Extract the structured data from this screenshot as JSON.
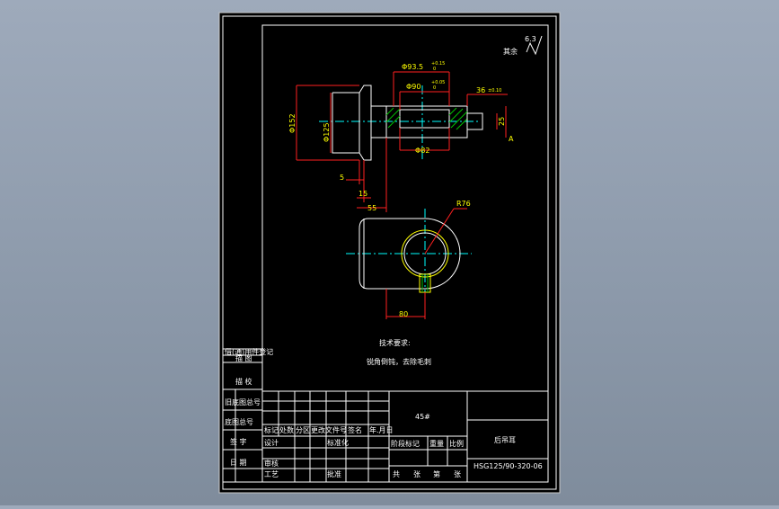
{
  "drawing": {
    "roughness_note": "其余",
    "roughness_value": "6.3",
    "dimensions": {
      "d_93_5": "Φ93.5",
      "d_93_5_tol_upper": "+0.15",
      "d_93_5_tol_lower": "0",
      "d_90": "Φ90",
      "d_90_tol_upper": "+0.05",
      "d_90_tol_lower": "0",
      "d_152": "Φ152",
      "d_125": "Φ125",
      "d_82": "Φ82",
      "len_36": "36",
      "len_36_tol": "±0.10",
      "len_5": "5",
      "len_15": "15",
      "len_55": "55",
      "len_25": "25",
      "radius_76": "R76",
      "len_80": "80",
      "datum_a": "A"
    },
    "tech_req_title": "技术要求:",
    "tech_req_text": "锐角倒钝，去除毛刺"
  },
  "title_block": {
    "material": "45#",
    "part_name": "后吊耳",
    "drawing_no": "HSG125/90-320-06",
    "left_column": [
      "借(通)用件登记",
      "描 图",
      "描 校",
      "旧底图总号",
      "底图总号",
      "签 字",
      "日 期"
    ],
    "rev_headers": [
      "标记",
      "处数",
      "分区",
      "更改文件号",
      "签名",
      "年.月日"
    ],
    "design_label": "设计",
    "standard_label": "标准化",
    "review_label": "审核",
    "process_label": "工艺",
    "approve_label": "批准",
    "stage_label": "阶段标记",
    "weight_label": "重量",
    "scale_label": "比例",
    "sheets_total": "共",
    "sheets_label": "张",
    "sheet_no": "第",
    "sheet_label": "张"
  },
  "colors": {
    "background": "#8d9aab",
    "sheet": "#000000",
    "outline": "#ffffff",
    "dimension": "#ff2020",
    "centerline": "#00ffff",
    "dim_text": "#ffff00",
    "hatch": "#00c000"
  }
}
